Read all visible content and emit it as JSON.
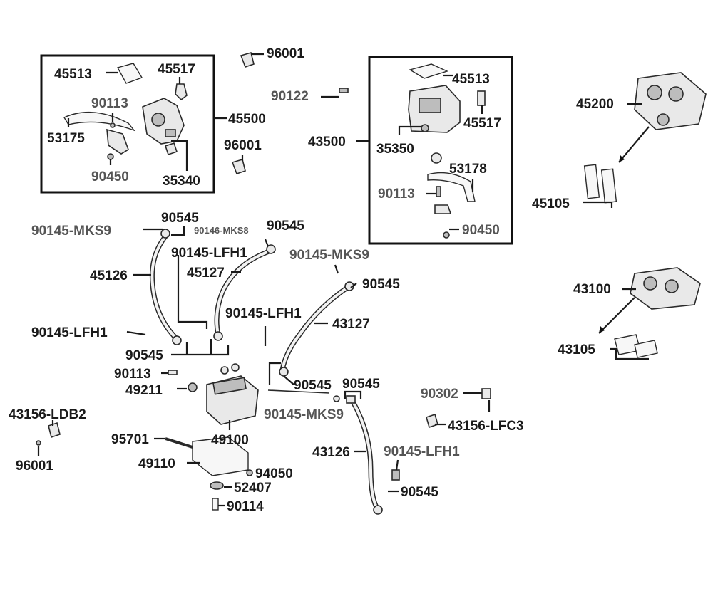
{
  "labels": {
    "l45513a": "45513",
    "l45517a": "45517",
    "l90113a": "90113",
    "l53175": "53175",
    "l90450a": "90450",
    "l35340": "35340",
    "l45500": "45500",
    "l96001a": "96001",
    "l90122": "90122",
    "l96001b": "96001",
    "l43500": "43500",
    "l45513b": "45513",
    "l45517b": "45517",
    "l35350": "35350",
    "l53178": "53178",
    "l90113b": "90113",
    "l90450b": "90450",
    "l45200": "45200",
    "l45105": "45105",
    "l43100": "43100",
    "l43105": "43105",
    "l90545a": "90545",
    "l90145mks9a": "90145-MKS9",
    "l90146mks8": "90146-MKS8",
    "l90545b": "90545",
    "l90145lfh1a": "90145-LFH1",
    "l45126": "45126",
    "l45127": "45127",
    "l90145mks9b": "90145-MKS9",
    "l90545c": "90545",
    "l90145lfh1b": "90145-LFH1",
    "l43127": "43127",
    "l90145lfh1c": "90145-LFH1",
    "l90545d": "90545",
    "l90113c": "90113",
    "l49211": "49211",
    "l90545e": "90545",
    "l90545f": "90545",
    "l90145mks9c": "90145-MKS9",
    "l43156ldb2": "43156-LDB2",
    "l96001c": "96001",
    "l95701": "95701",
    "l49100": "49100",
    "l49110": "49110",
    "l94050": "94050",
    "l52407": "52407",
    "l90114": "90114",
    "l90302": "90302",
    "l43156lfc3": "43156-LFC3",
    "l43126": "43126",
    "l90145lfh1d": "90145-LFH1",
    "l90545g": "90545"
  }
}
